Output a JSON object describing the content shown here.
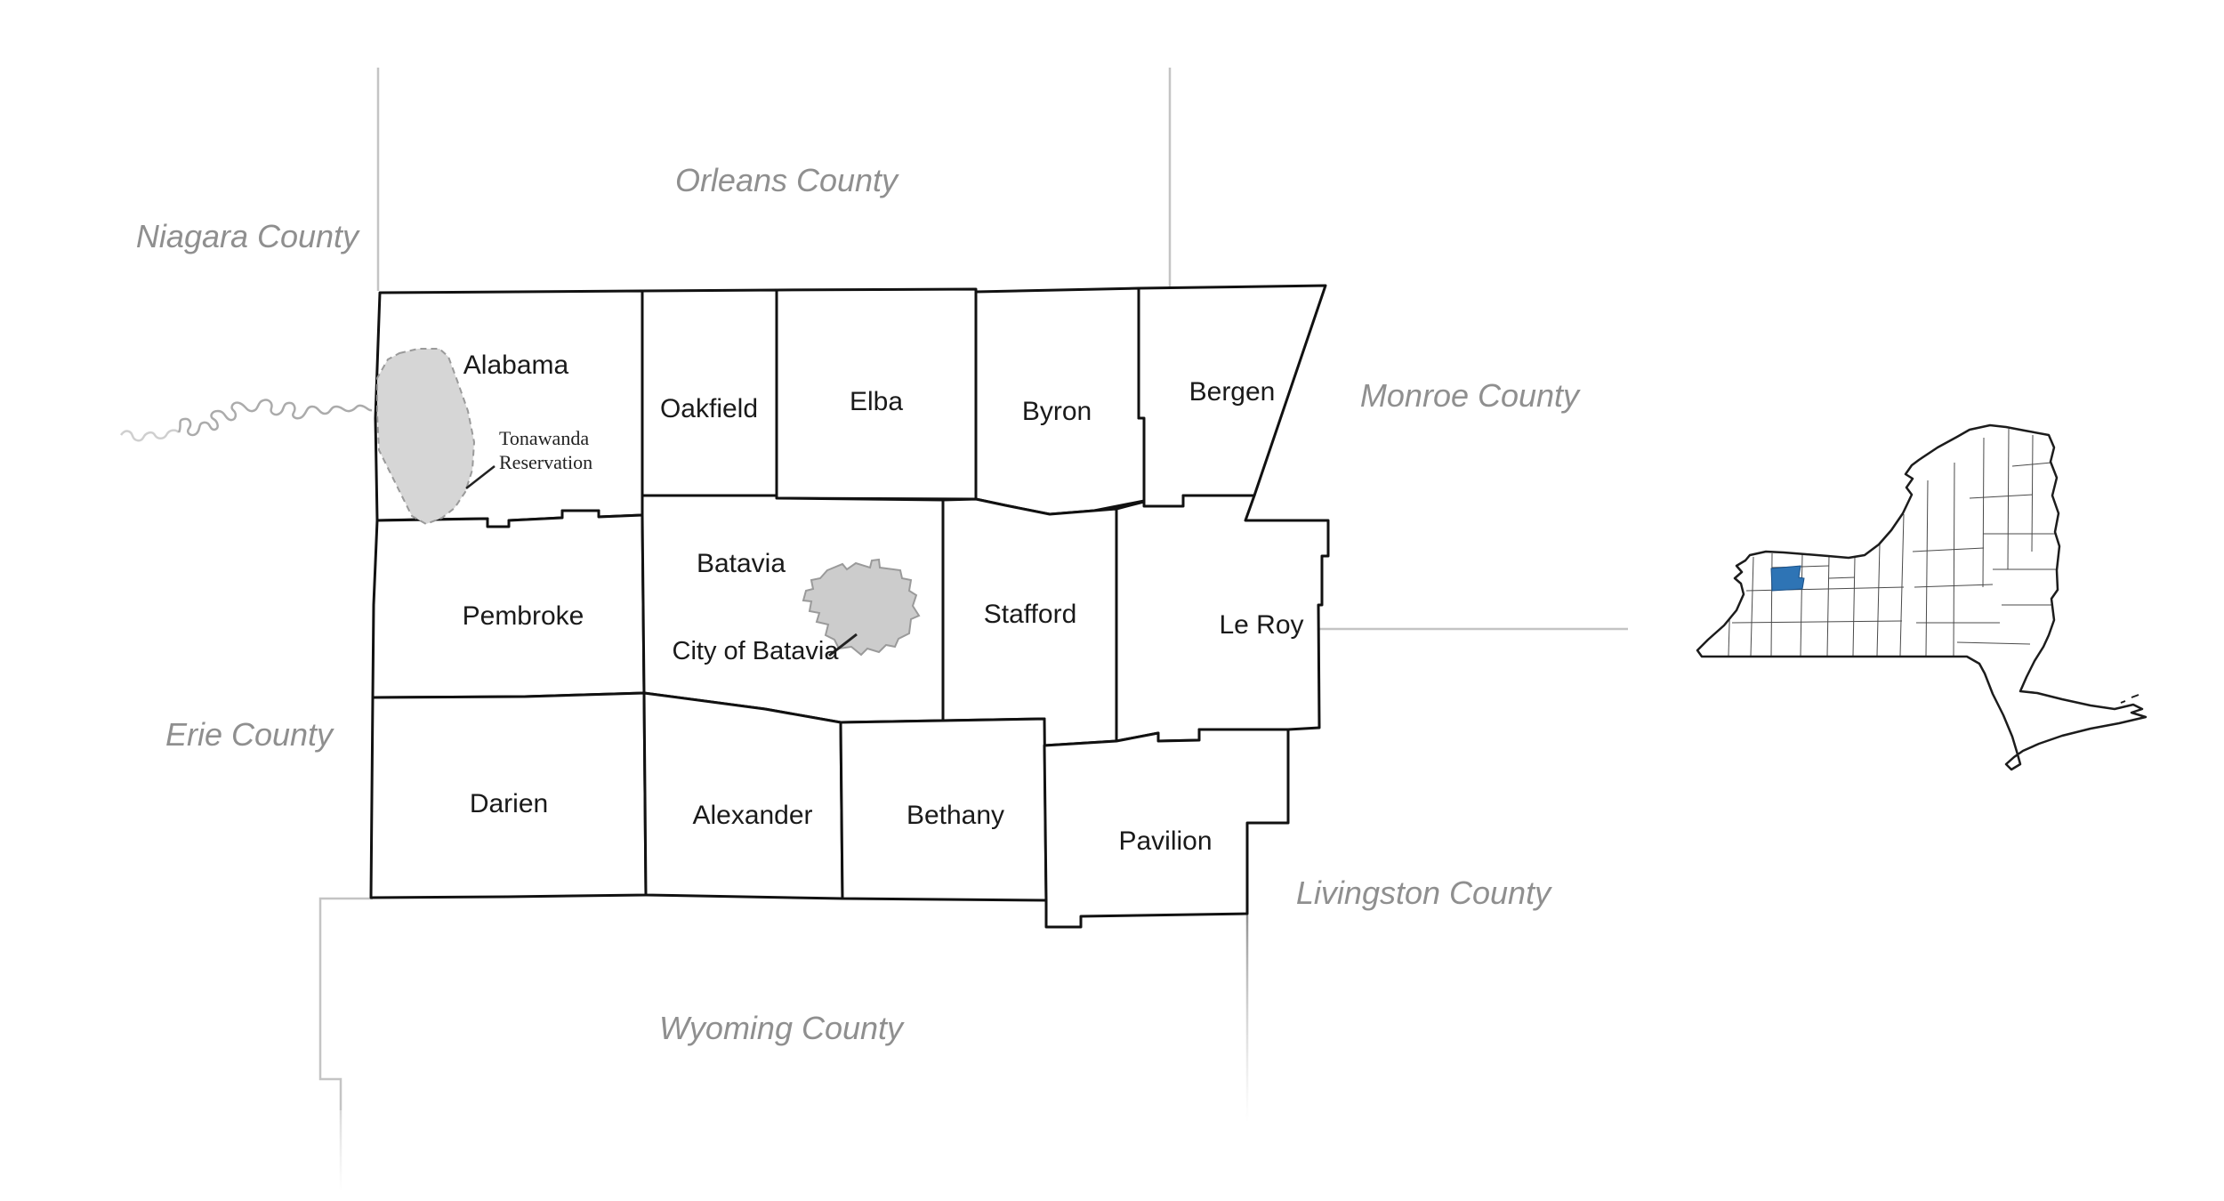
{
  "towns": {
    "alabama": "Alabama",
    "oakfield": "Oakfield",
    "elba": "Elba",
    "byron": "Byron",
    "bergen": "Bergen",
    "pembroke": "Pembroke",
    "batavia": "Batavia",
    "stafford": "Stafford",
    "leroy": "Le Roy",
    "darien": "Darien",
    "alexander": "Alexander",
    "bethany": "Bethany",
    "pavilion": "Pavilion"
  },
  "counties": {
    "niagara": "Niagara County",
    "orleans": "Orleans County",
    "monroe": "Monroe County",
    "erie": "Erie County",
    "livingston": "Livingston County",
    "wyoming": "Wyoming County"
  },
  "annotations": {
    "reservation_line1": "Tonawanda",
    "reservation_line2": "Reservation",
    "city_of_batavia": "City of Batavia"
  },
  "colors": {
    "highlight_blue": "#2e74b5",
    "area_fill_gray": "#d6d6d6",
    "neighbor_line_gray": "#c4c4c4",
    "label_gray": "#8f8f8f",
    "town_border_black": "#111111"
  }
}
